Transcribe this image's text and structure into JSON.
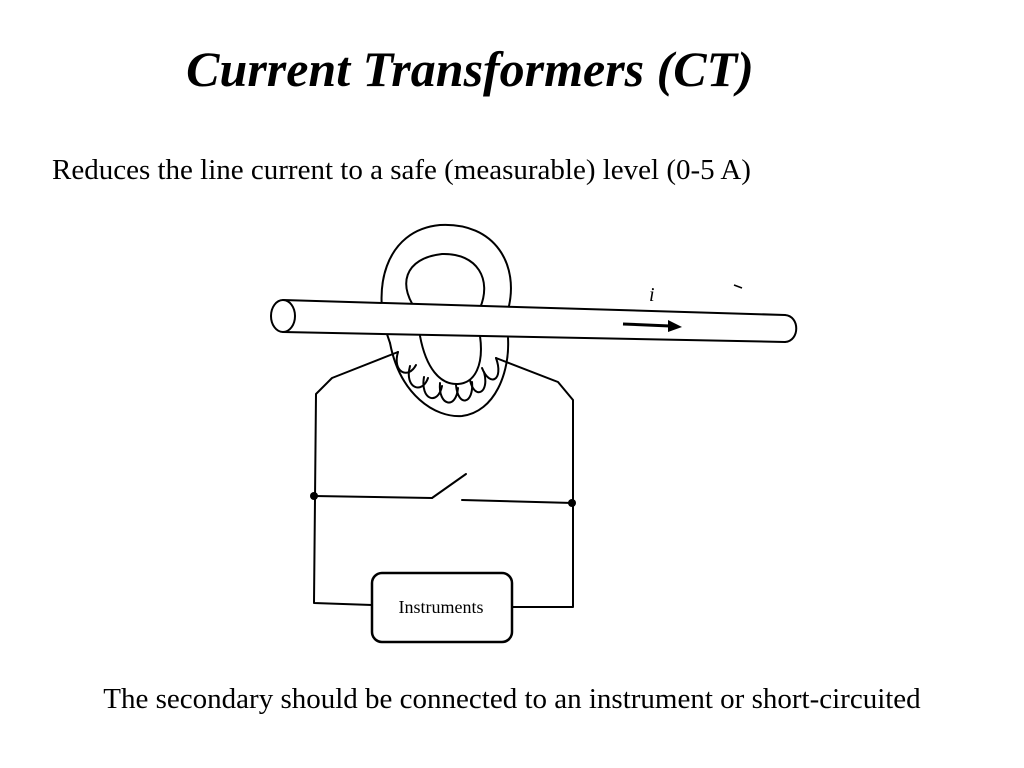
{
  "title": "Current Transformers (CT)",
  "subtitle": "Reduces the line current to a safe (measurable) level (0-5 A)",
  "diagram": {
    "current_label": "i",
    "instrument_label": "Instruments"
  },
  "footer_note": "The secondary should be connected to an instrument or short-circuited"
}
